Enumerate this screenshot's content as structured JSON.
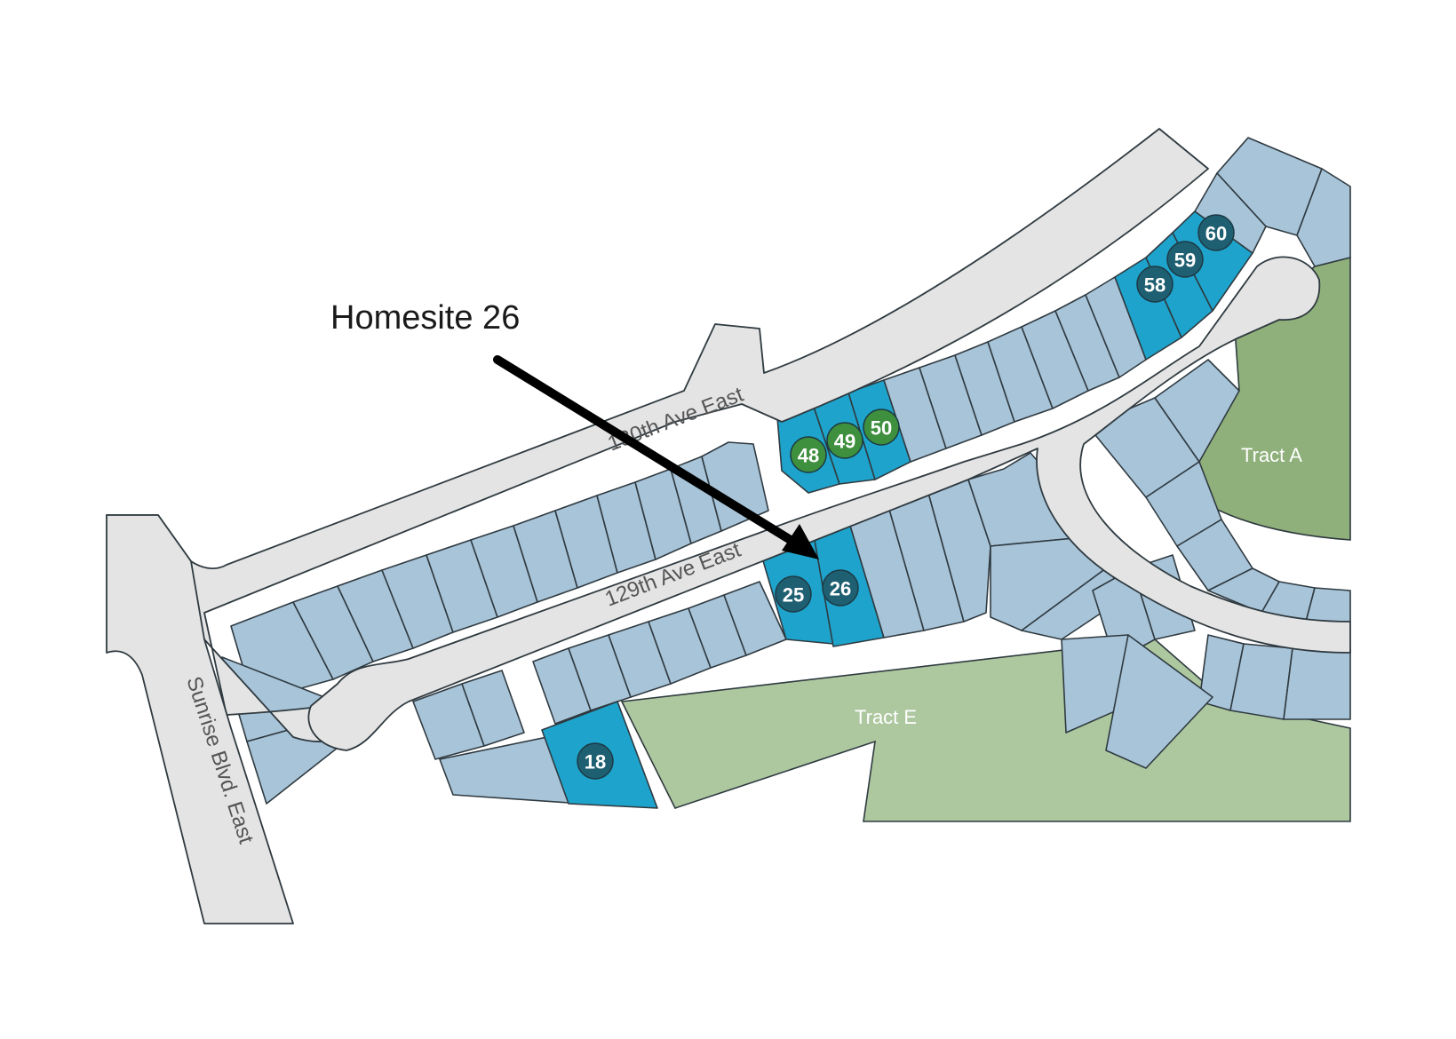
{
  "callout": {
    "text": "Homesite 26"
  },
  "roads": {
    "upper": "130th Ave East",
    "lower": "129th Ave East",
    "left": "Sunrise Blvd. East"
  },
  "tracts": {
    "a": "Tract A",
    "e": "Tract E"
  },
  "colors": {
    "lot": "#a8c4d9",
    "available_lot": "#1ea4cc",
    "badge_teal": "#1f5f72",
    "badge_green": "#3e8f3e",
    "tract_a": "#8fb07a",
    "tract_e": "#adc79f",
    "road": "#e4e4e4",
    "arrow": "#000000"
  },
  "homesites": [
    {
      "number": "18",
      "badge": "teal"
    },
    {
      "number": "25",
      "badge": "teal"
    },
    {
      "number": "26",
      "badge": "teal"
    },
    {
      "number": "48",
      "badge": "green"
    },
    {
      "number": "49",
      "badge": "green"
    },
    {
      "number": "50",
      "badge": "green"
    },
    {
      "number": "58",
      "badge": "teal"
    },
    {
      "number": "59",
      "badge": "teal"
    },
    {
      "number": "60",
      "badge": "teal"
    }
  ]
}
